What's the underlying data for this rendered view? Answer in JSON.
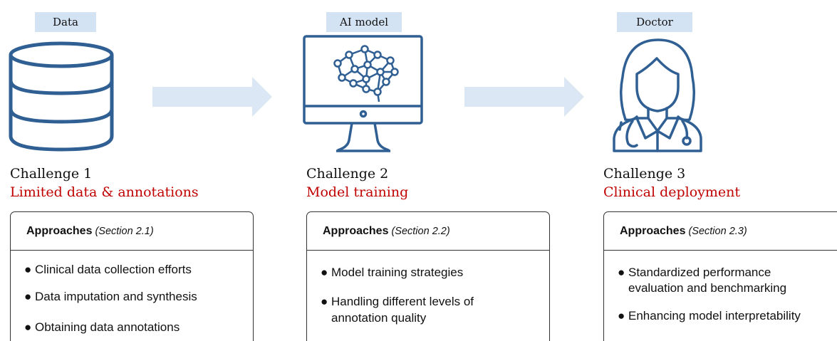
{
  "columns": [
    {
      "tag": "Data",
      "challenge": "Challenge 1",
      "subtitle": "Limited data & annotations",
      "approaches_label": "Approaches",
      "section": "(Section 2.1)",
      "items": [
        "Clinical data collection efforts",
        "Data imputation and synthesis",
        "Obtaining data annotations"
      ]
    },
    {
      "tag": "AI model",
      "challenge": "Challenge 2",
      "subtitle": "Model training",
      "approaches_label": "Approaches",
      "section": "(Section 2.2)",
      "items": [
        "Model training strategies",
        "Handling different levels of",
        "annotation quality"
      ]
    },
    {
      "tag": "Doctor",
      "challenge": "Challenge 3",
      "subtitle": "Clinical deployment",
      "approaches_label": "Approaches",
      "section": "(Section 2.3)",
      "items": [
        "Standardized performance",
        "evaluation and benchmarking",
        "Enhancing model interpretability"
      ]
    }
  ],
  "bullet": "●",
  "icons": [
    "database-icon",
    "brain-monitor-icon",
    "doctor-icon",
    "arrow-right-icon"
  ],
  "colors": {
    "tag_bg": "#d4e3f3",
    "icon_blue": "#2f5f93",
    "arrow": "#dbe7f4",
    "subtitle_red": "#c00000"
  }
}
